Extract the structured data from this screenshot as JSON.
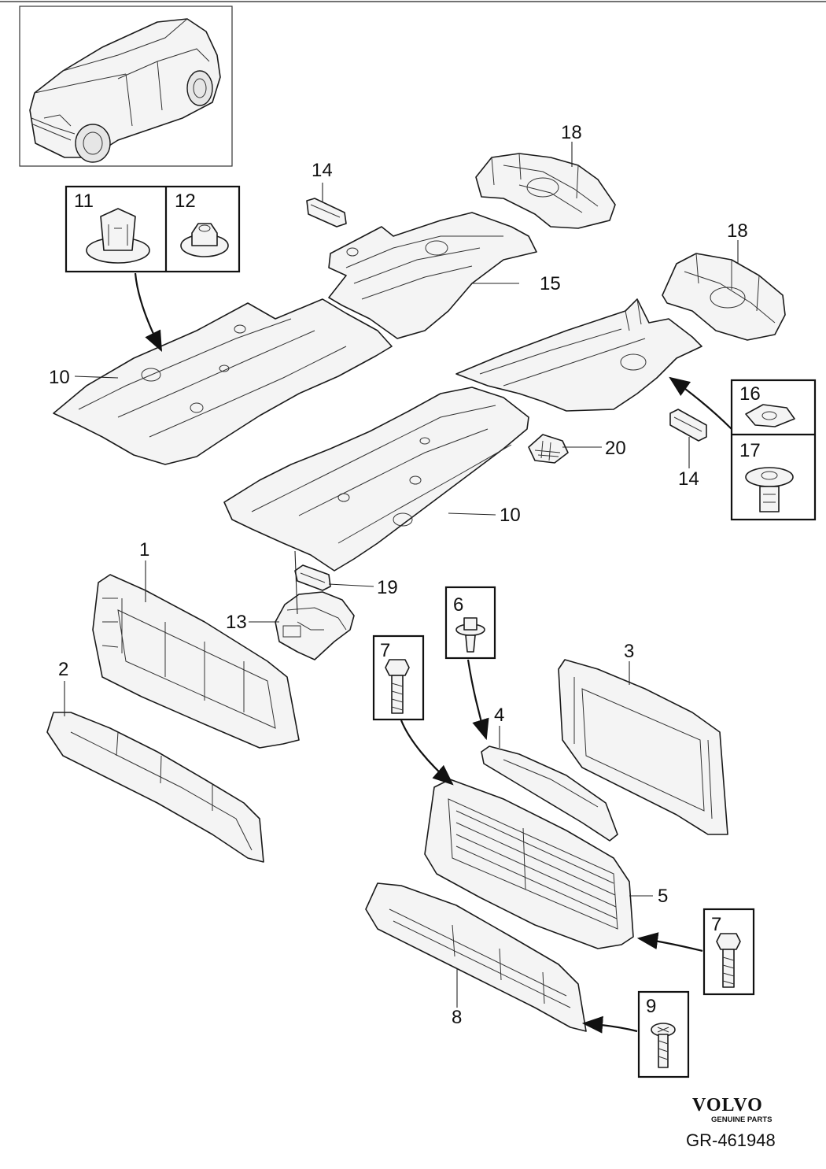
{
  "callouts": {
    "c1": "1",
    "c2": "2",
    "c3": "3",
    "c4": "4",
    "c5": "5",
    "c6": "6",
    "c7a": "7",
    "c7b": "7",
    "c8": "8",
    "c9": "9",
    "c10a": "10",
    "c10b": "10",
    "c11": "11",
    "c12": "12",
    "c13": "13",
    "c14a": "14",
    "c14b": "14",
    "c15": "15",
    "c16": "16",
    "c17": "17",
    "c18a": "18",
    "c18b": "18",
    "c19": "19",
    "c20": "20"
  },
  "logo": {
    "brand": "VOLVO",
    "tagline": "GENUINE PARTS"
  },
  "reference": "GR-461948",
  "colors": {
    "ink": "#111111",
    "part_fill": "#f4f4f4"
  }
}
